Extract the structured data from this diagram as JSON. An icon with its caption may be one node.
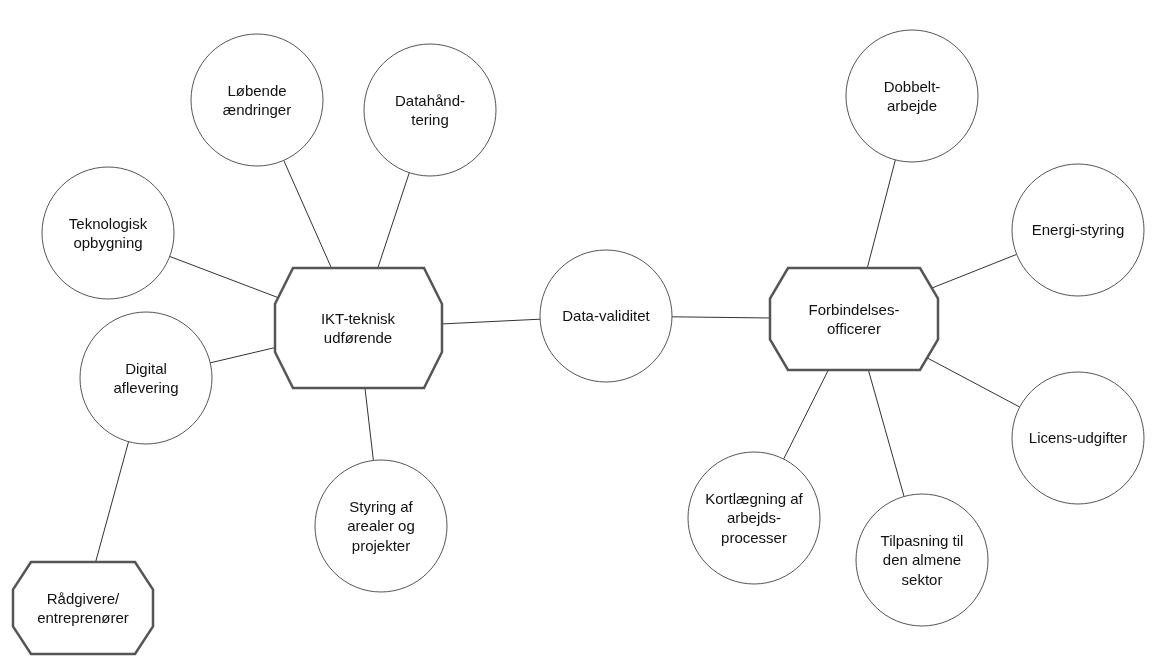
{
  "diagram": {
    "nodes": [
      {
        "text": [
          "Løbende ændringer"
        ]
      },
      {
        "text": [
          "Datahånd-tering"
        ]
      },
      {
        "text": [
          "Teknologisk opbygning"
        ]
      },
      {
        "text": [
          "IKT-teknisk udførende"
        ]
      },
      {
        "text": [
          "Data-validitet"
        ]
      },
      {
        "text": [
          "Dobbelt-arbejde"
        ]
      },
      {
        "text": [
          "Energi-styring"
        ]
      },
      {
        "text": [
          "Forbindelses-officerer"
        ]
      },
      {
        "text": [
          "Digital aflevering"
        ]
      },
      {
        "text": [
          "Styring af arealer og projekter"
        ]
      },
      {
        "text": [
          "Licens-udgifter"
        ]
      },
      {
        "text": [
          "Kortlægning af arbejds-processer"
        ]
      },
      {
        "text": [
          "Tilpasning til den almene sektor"
        ]
      },
      {
        "text": [
          "Rådgivere/ entreprenører"
        ]
      }
    ],
    "edges": [
      {
        "from": 3,
        "to": 0,
        "arrow": "none"
      },
      {
        "from": 3,
        "to": 1,
        "arrow": "none"
      },
      {
        "from": 3,
        "to": 2,
        "arrow": "none"
      },
      {
        "from": 3,
        "to": 8,
        "arrow": "none"
      },
      {
        "from": 3,
        "to": 9,
        "arrow": "none"
      },
      {
        "from": 3,
        "to": 4,
        "arrow": "none"
      },
      {
        "from": 4,
        "to": 7,
        "arrow": "none"
      },
      {
        "from": 7,
        "to": 5,
        "arrow": "none"
      },
      {
        "from": 7,
        "to": 6,
        "arrow": "none"
      },
      {
        "from": 7,
        "to": 10,
        "arrow": "none"
      },
      {
        "from": 7,
        "to": 11,
        "arrow": "none"
      },
      {
        "from": 7,
        "to": 12,
        "arrow": "none"
      },
      {
        "from": 8,
        "to": 13,
        "arrow": "none"
      }
    ]
  }
}
